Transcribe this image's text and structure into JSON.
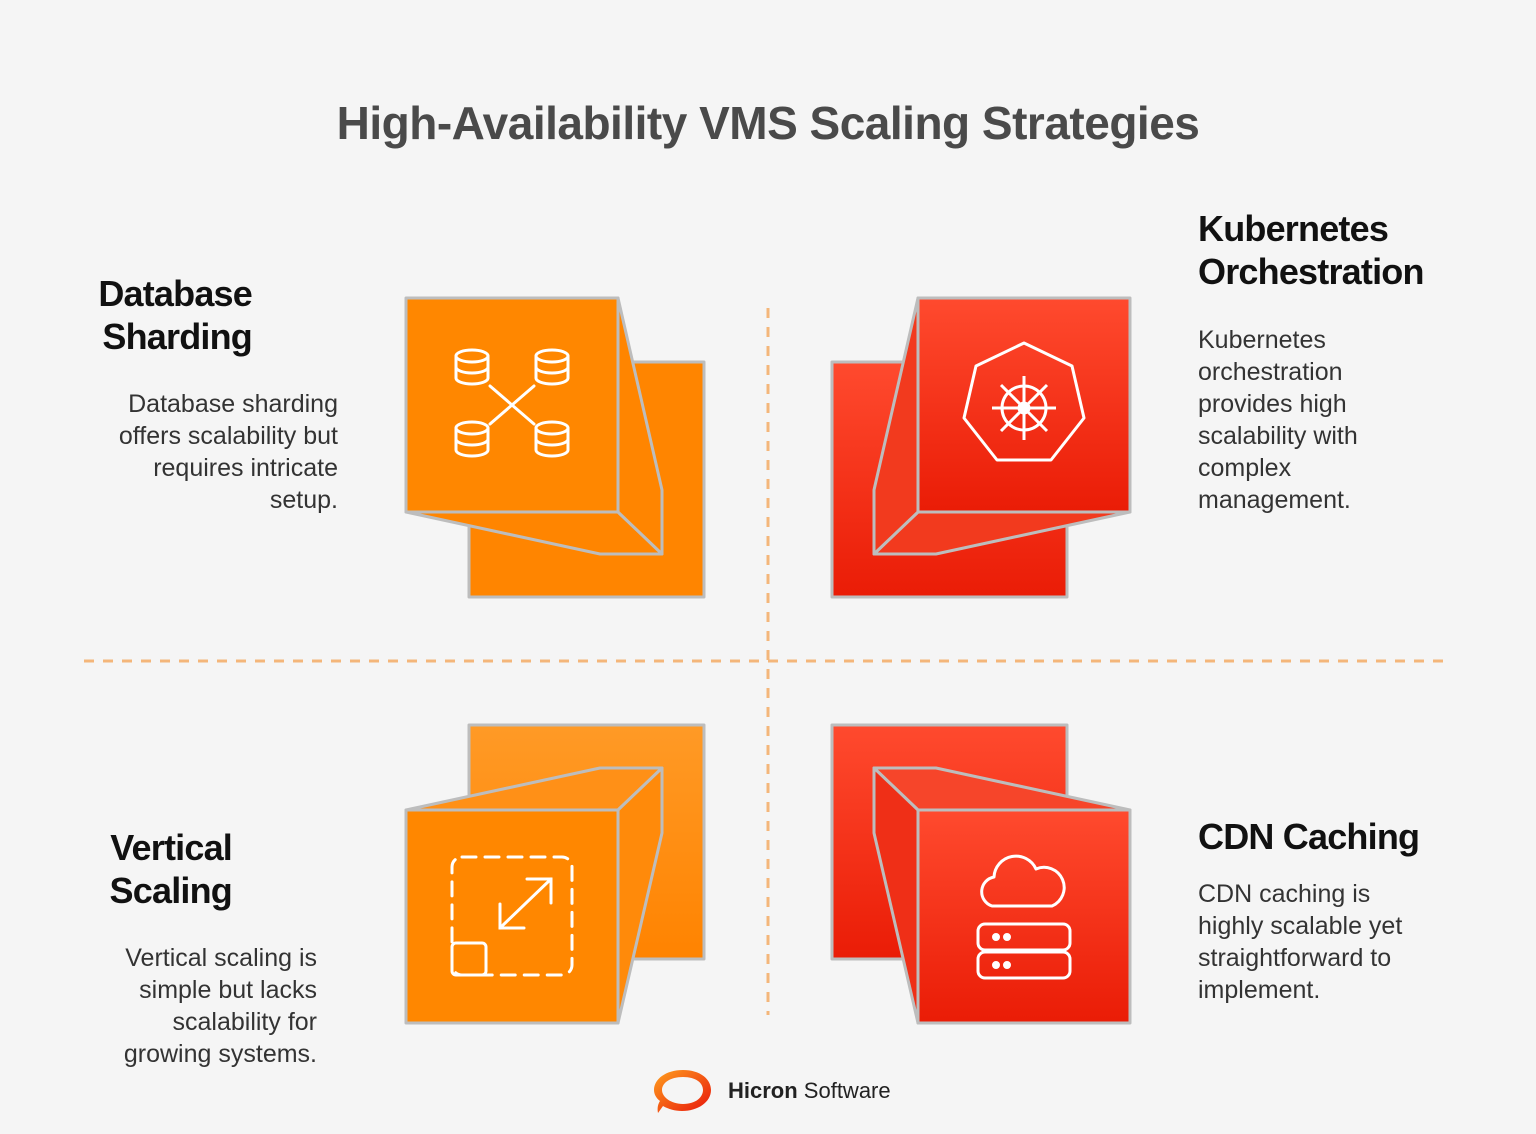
{
  "title": "High-Availability VMS Scaling Strategies",
  "colors": {
    "orange": "#ff8a00",
    "red": "#f03018",
    "divider": "#f4b67a",
    "edge": "#bdbdbd",
    "background": "#f5f5f5"
  },
  "quadrants": {
    "database_sharding": {
      "heading_line1": "Database",
      "heading_line2": "Sharding",
      "desc_lines": [
        "Database sharding",
        "offers scalability but",
        "requires intricate",
        "setup."
      ],
      "icon": "database-network-icon"
    },
    "kubernetes": {
      "heading_line1": "Kubernetes",
      "heading_line2": "Orchestration",
      "desc_lines": [
        "Kubernetes",
        "orchestration",
        "provides high",
        "scalability with",
        "complex",
        "management."
      ],
      "icon": "kubernetes-helm-icon"
    },
    "vertical_scaling": {
      "heading_line1": "Vertical",
      "heading_line2": "Scaling",
      "desc_lines": [
        "Vertical scaling is",
        "simple but lacks",
        "scalability for",
        "growing systems."
      ],
      "icon": "resize-expand-icon"
    },
    "cdn_caching": {
      "heading_line1": "CDN Caching",
      "desc_lines": [
        "CDN caching is",
        "highly scalable yet",
        "straightforward to",
        "implement."
      ],
      "icon": "cloud-server-icon"
    }
  },
  "logo": {
    "brand": "Hicron",
    "suffix": " Software"
  }
}
